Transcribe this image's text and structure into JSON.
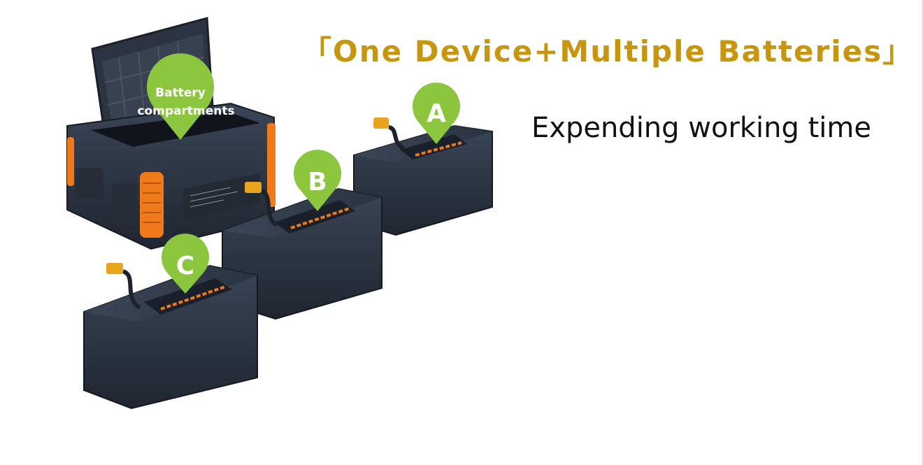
{
  "headline": "「One Device+Multiple Batteries」",
  "subline": "Expending working time",
  "markers": {
    "compartment_line1": "Battery",
    "compartment_line2": "compartments",
    "battery_a": "A",
    "battery_b": "B",
    "battery_c": "C"
  },
  "colors": {
    "headline": "#c8960c",
    "pin_green": "#8cc63f",
    "battery_body": "#2b3442",
    "accent_orange": "#f07a1a"
  }
}
